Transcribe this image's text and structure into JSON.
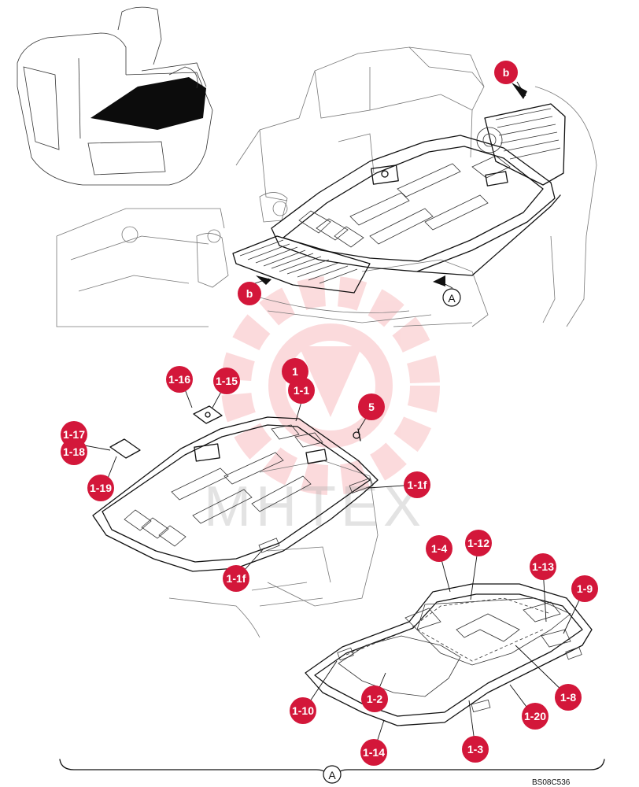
{
  "figure_code": "BS08C536",
  "section_label": "A",
  "watermark_text": "MHTEX",
  "colors": {
    "callout_fill": "#d3173a",
    "callout_text": "#ffffff",
    "line": "#111111",
    "watermark": "#e8232d"
  },
  "callouts": {
    "b_top": "b",
    "b_bottom": "b",
    "A_arrow": "A",
    "c_1_16": "1-16",
    "c_1_15": "1-15",
    "c_1": "1",
    "c_1_1": "1-1",
    "c_5": "5",
    "c_1_17": "1-17",
    "c_1_18": "1-18",
    "c_1_19": "1-19",
    "c_1_1f_right": "1-1f",
    "c_1_1f_left": "1-1f",
    "c_1_4": "1-4",
    "c_1_12": "1-12",
    "c_1_13": "1-13",
    "c_1_9": "1-9",
    "c_1_8": "1-8",
    "c_1_20": "1-20",
    "c_1_3": "1-3",
    "c_1_2": "1-2",
    "c_1_10": "1-10",
    "c_1_14": "1-14"
  }
}
